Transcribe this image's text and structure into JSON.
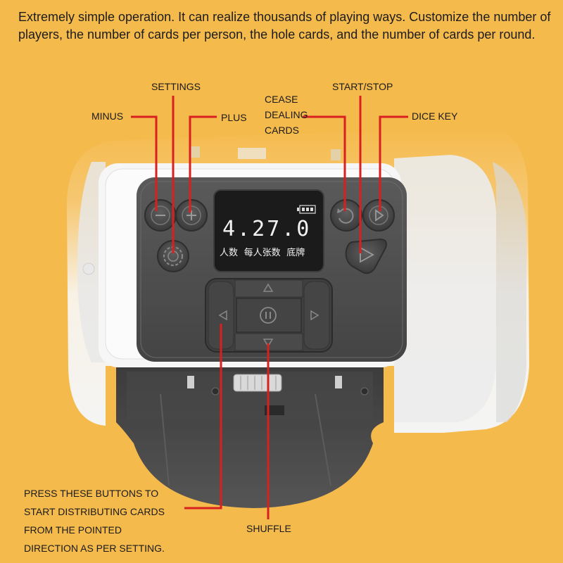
{
  "intro": "Extremely simple operation. It can realize thousands of playing ways. Customize the number of players, the number of cards per person, the hole cards, and the number of cards per round.",
  "labels": {
    "settings": "SETTINGS",
    "minus": "MINUS",
    "plus": "PLUS",
    "cease_dealing": [
      "CEASE",
      "DEALING",
      "CARDS"
    ],
    "start_stop": "START/STOP",
    "dice_key": "DICE KEY",
    "press_buttons": [
      "PRESS THESE BUTTONS TO",
      "START DISTRIBUTING CARDS",
      "FROM THE POINTED",
      "DIRECTION AS PER SETTING."
    ],
    "shuffle": "SHUFFLE"
  },
  "display": {
    "value": "4.27.0",
    "labels": [
      "人数",
      "每人张数",
      "底牌"
    ]
  },
  "colors": {
    "background": "#f5ba4c",
    "pointer": "#d91f1f",
    "panel": "#4c4c4c",
    "body": "#f4f4f4"
  },
  "icons": {
    "minus_button": "minus-icon",
    "plus_button": "plus-icon",
    "settings_button": "gear-icon",
    "cease_button": "refresh-icon",
    "dice_button": "play-icon",
    "start_button": "play-icon",
    "shuffle_button": "pause-icon",
    "battery": "battery-icon"
  }
}
